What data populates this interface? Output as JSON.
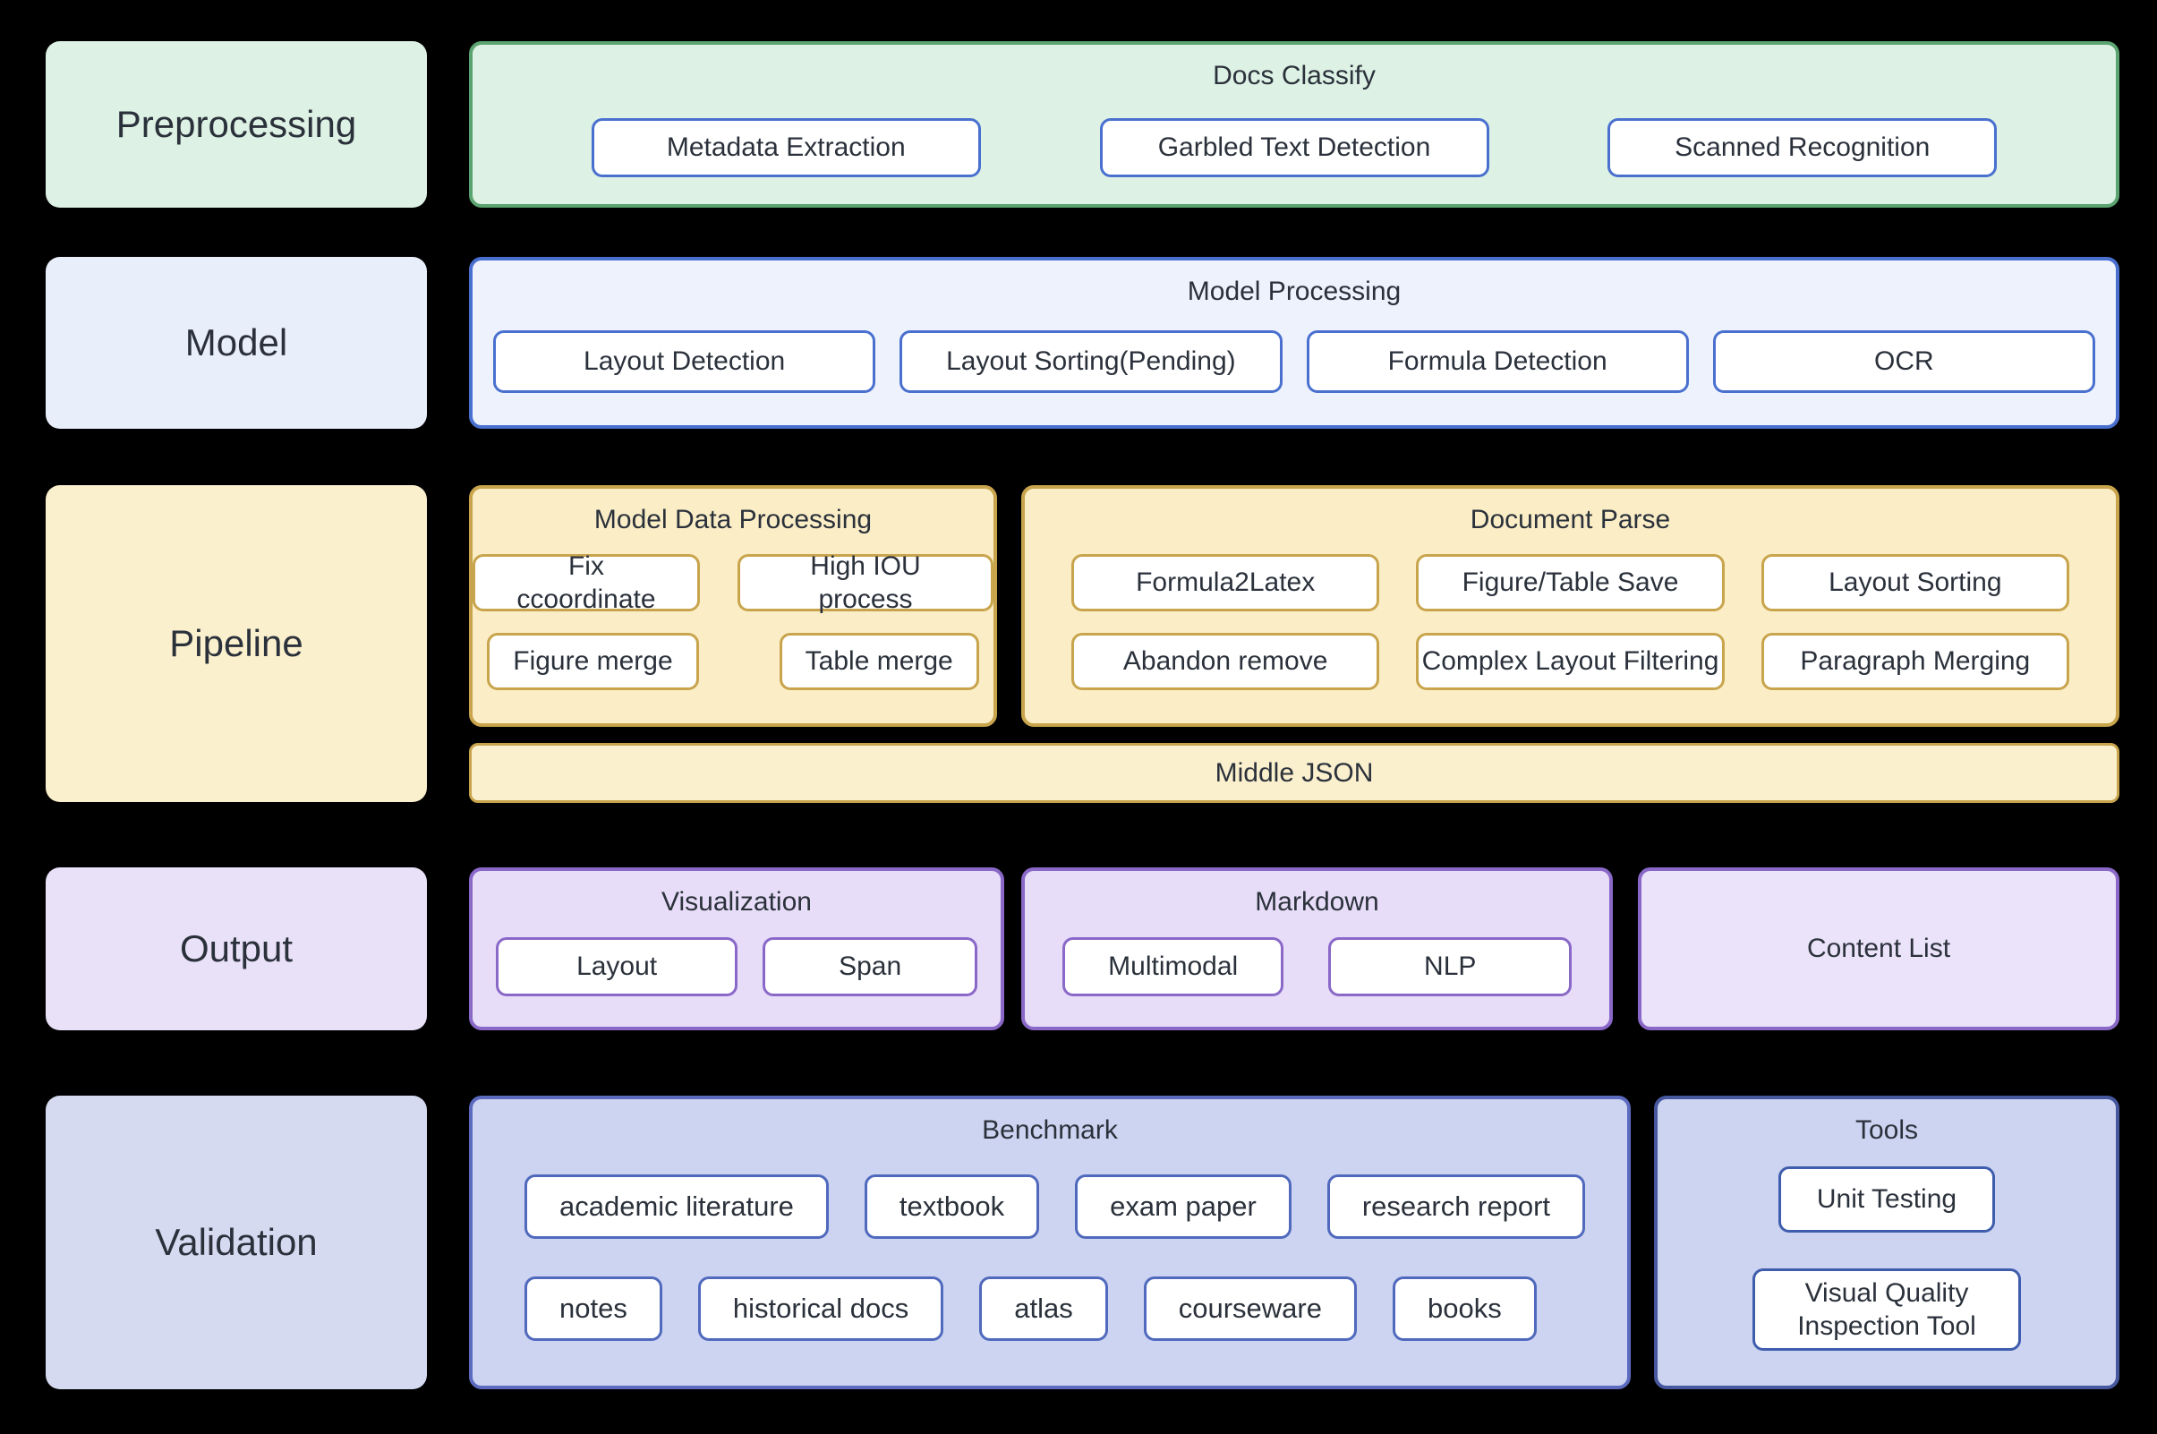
{
  "palette": {
    "background": "#000000",
    "green_fill": "#ddf1e4",
    "green_border": "#5ba370",
    "blue_fill": "#edf2fc",
    "blue_border": "#4a70cf",
    "yellow_fill": "#fbeec6",
    "yellow_border": "#c8a44d",
    "purple_fill": "#e7ddf8",
    "purple_border": "#8a68c8",
    "violet_fill": "#cdd4f1",
    "violet_border": "#5c6abf",
    "node_fill": "#ffffff",
    "text": "#2b313b"
  },
  "rows": {
    "preprocessing": {
      "label": "Preprocessing",
      "group": {
        "title": "Docs Classify",
        "items": [
          "Metadata Extraction",
          "Garbled Text Detection",
          "Scanned Recognition"
        ]
      }
    },
    "model": {
      "label": "Model",
      "group": {
        "title": "Model Processing",
        "items": [
          "Layout Detection",
          "Layout Sorting(Pending)",
          "Formula Detection",
          "OCR"
        ]
      }
    },
    "pipeline": {
      "label": "Pipeline",
      "model_data_processing": {
        "title": "Model Data Processing",
        "rows": [
          [
            "Fix ccoordinate",
            "High IOU process"
          ],
          [
            "Figure merge",
            "Table merge"
          ]
        ]
      },
      "document_parse": {
        "title": "Document Parse",
        "rows": [
          [
            "Formula2Latex",
            "Figure/Table Save",
            "Layout Sorting"
          ],
          [
            "Abandon remove",
            "Complex Layout Filtering",
            "Paragraph Merging"
          ]
        ]
      },
      "middle_json": "Middle JSON"
    },
    "output": {
      "label": "Output",
      "visualization": {
        "title": "Visualization",
        "items": [
          "Layout",
          "Span"
        ]
      },
      "markdown": {
        "title": "Markdown",
        "items": [
          "Multimodal",
          "NLP"
        ]
      },
      "content_list": "Content List"
    },
    "validation": {
      "label": "Validation",
      "benchmark": {
        "title": "Benchmark",
        "rows": [
          [
            "academic literature",
            "textbook",
            "exam paper",
            "research report"
          ],
          [
            "notes",
            "historical docs",
            "atlas",
            "courseware",
            "books"
          ]
        ]
      },
      "tools": {
        "title": "Tools",
        "items": [
          "Unit Testing",
          "Visual Quality Inspection Tool"
        ]
      }
    }
  }
}
